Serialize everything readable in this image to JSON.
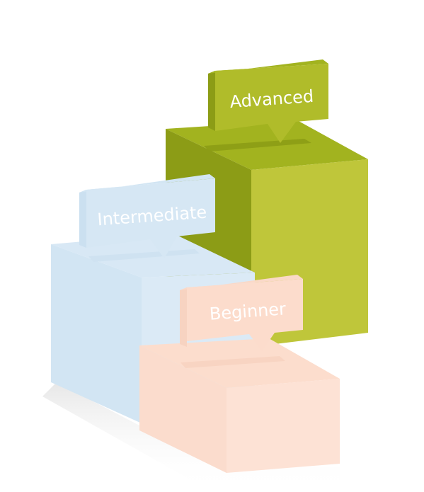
{
  "signs": {
    "advanced": "Advanced",
    "intermediate": "Intermediate",
    "beginner": "Beginner"
  },
  "colors": {
    "advanced_front": "#bfc63a",
    "advanced_side": "#8c9c16",
    "advanced_top": "#a0b21e",
    "intermediate": "#d7e8f5",
    "beginner": "#fde2d5"
  }
}
